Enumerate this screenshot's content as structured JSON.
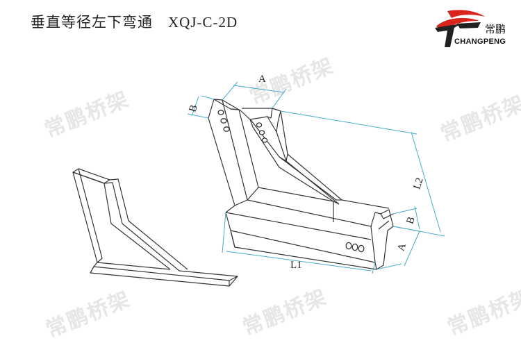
{
  "title": {
    "name": "垂直等径左下弯通",
    "code": "XQJ-C-2D"
  },
  "logo": {
    "cn": "常鹏",
    "en": "CHANGPENG",
    "colors": {
      "red": "#d9241c",
      "dark": "#222222"
    }
  },
  "watermark": "常鹏桥架",
  "dimensions": {
    "A_top": "A",
    "B_top": "B",
    "L2": "L2",
    "B_right": "B",
    "A_right": "A",
    "L1": "L1"
  },
  "colors": {
    "dim_line": "#47aacb",
    "outline": "#333333",
    "watermark": "#e6e6e6"
  }
}
